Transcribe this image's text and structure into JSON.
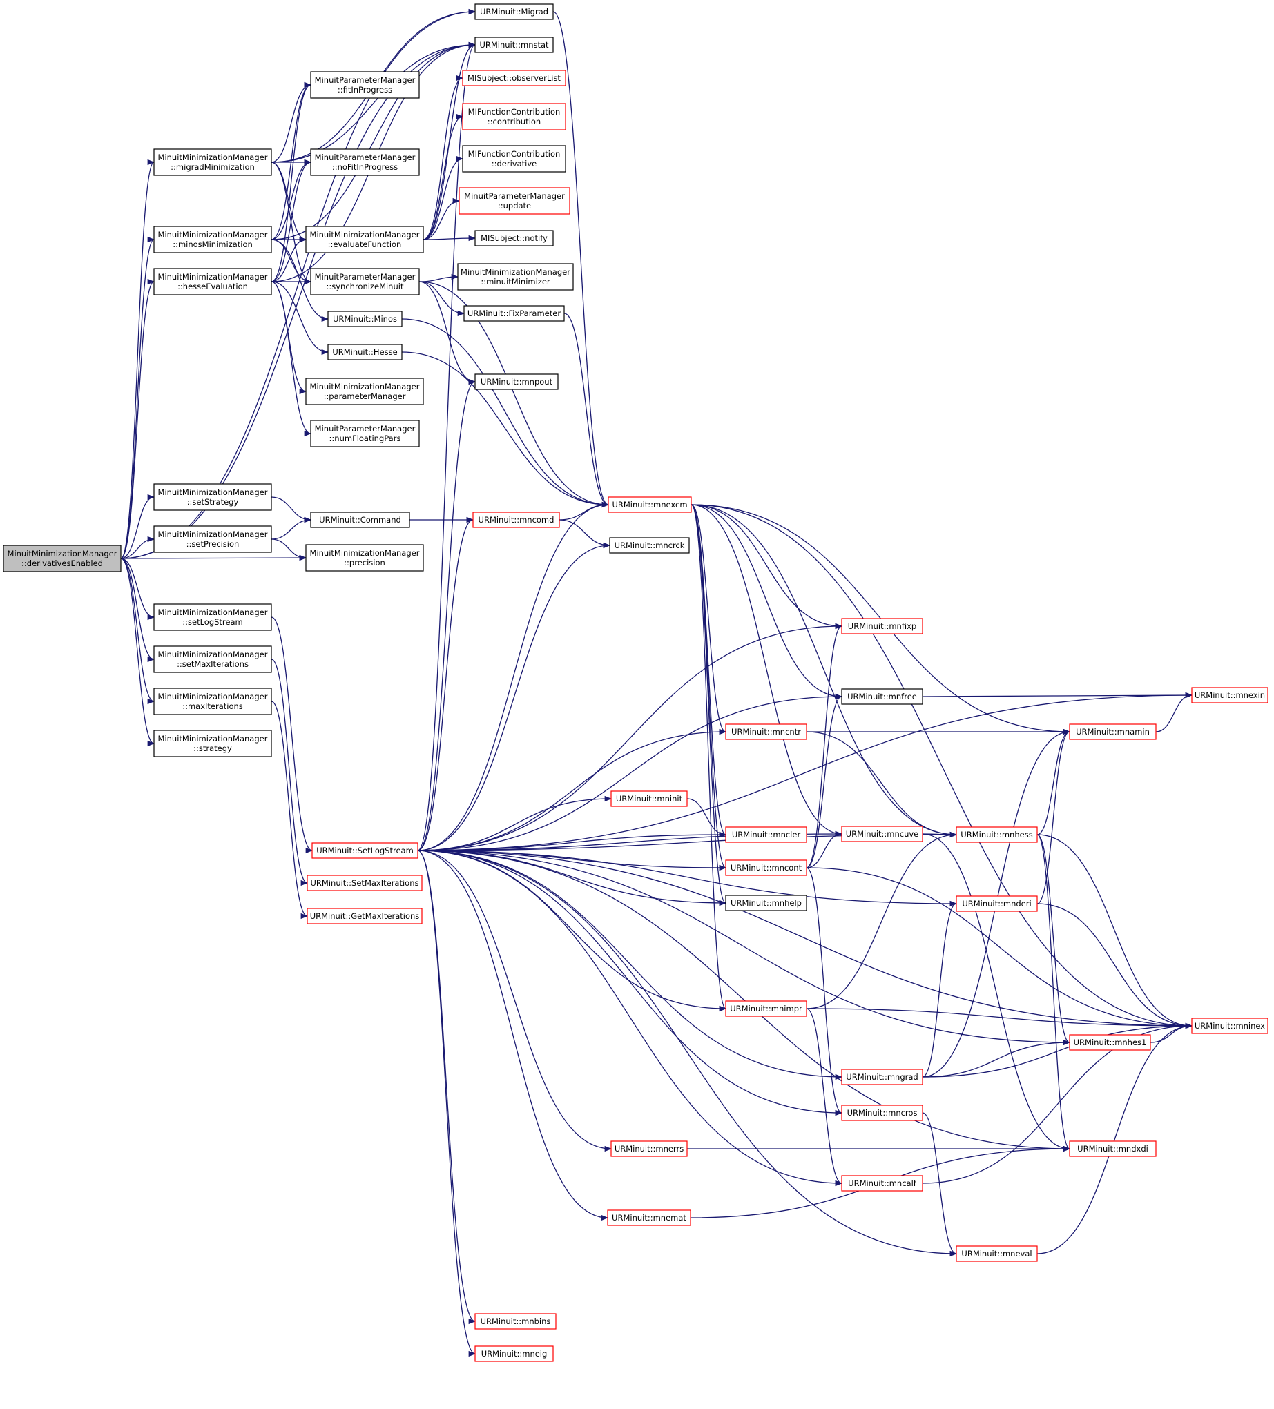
{
  "colors": {
    "edge": "#191970",
    "node_border": "#000000",
    "node_border_truncated": "#ff0000",
    "root_fill": "#bfbfbf",
    "node_fill": "#ffffff"
  },
  "nodes": [
    {
      "id": "derivativesEnabled",
      "lines": [
        "MinuitMinimizationManager",
        "::derivativesEnabled"
      ],
      "style": "root"
    },
    {
      "id": "migradMinimization",
      "lines": [
        "MinuitMinimizationManager",
        "::migradMinimization"
      ],
      "style": "normal"
    },
    {
      "id": "minosMinimization",
      "lines": [
        "MinuitMinimizationManager",
        "::minosMinimization"
      ],
      "style": "normal"
    },
    {
      "id": "hesseEvaluation",
      "lines": [
        "MinuitMinimizationManager",
        "::hesseEvaluation"
      ],
      "style": "normal"
    },
    {
      "id": "setStrategy",
      "lines": [
        "MinuitMinimizationManager",
        "::setStrategy"
      ],
      "style": "normal"
    },
    {
      "id": "setPrecision",
      "lines": [
        "MinuitMinimizationManager",
        "::setPrecision"
      ],
      "style": "normal"
    },
    {
      "id": "setLogStream",
      "lines": [
        "MinuitMinimizationManager",
        "::setLogStream"
      ],
      "style": "normal"
    },
    {
      "id": "setMaxIterations",
      "lines": [
        "MinuitMinimizationManager",
        "::setMaxIterations"
      ],
      "style": "normal"
    },
    {
      "id": "maxIterations",
      "lines": [
        "MinuitMinimizationManager",
        "::maxIterations"
      ],
      "style": "normal"
    },
    {
      "id": "strategy",
      "lines": [
        "MinuitMinimizationManager",
        "::strategy"
      ],
      "style": "normal"
    },
    {
      "id": "fitInProgress",
      "lines": [
        "MinuitParameterManager",
        "::fitInProgress"
      ],
      "style": "normal"
    },
    {
      "id": "noFitInProgress",
      "lines": [
        "MinuitParameterManager",
        "::noFitInProgress"
      ],
      "style": "normal"
    },
    {
      "id": "evaluateFunction",
      "lines": [
        "MinuitMinimizationManager",
        "::evaluateFunction"
      ],
      "style": "normal"
    },
    {
      "id": "synchronizeMinuit",
      "lines": [
        "MinuitParameterManager",
        "::synchronizeMinuit"
      ],
      "style": "normal"
    },
    {
      "id": "Minos",
      "lines": [
        "URMinuit::Minos"
      ],
      "style": "normal"
    },
    {
      "id": "Hesse",
      "lines": [
        "URMinuit::Hesse"
      ],
      "style": "normal"
    },
    {
      "id": "parameterManager",
      "lines": [
        "MinuitMinimizationManager",
        "::parameterManager"
      ],
      "style": "normal"
    },
    {
      "id": "numFloatingPars",
      "lines": [
        "MinuitParameterManager",
        "::numFloatingPars"
      ],
      "style": "normal"
    },
    {
      "id": "Command",
      "lines": [
        "URMinuit::Command"
      ],
      "style": "normal"
    },
    {
      "id": "precision",
      "lines": [
        "MinuitMinimizationManager",
        "::precision"
      ],
      "style": "normal"
    },
    {
      "id": "SetLogStream",
      "lines": [
        "URMinuit::SetLogStream"
      ],
      "style": "truncated"
    },
    {
      "id": "SetMaxIterations",
      "lines": [
        "URMinuit::SetMaxIterations"
      ],
      "style": "truncated"
    },
    {
      "id": "GetMaxIterations",
      "lines": [
        "URMinuit::GetMaxIterations"
      ],
      "style": "truncated"
    },
    {
      "id": "Migrad",
      "lines": [
        "URMinuit::Migrad"
      ],
      "style": "normal"
    },
    {
      "id": "mnstat",
      "lines": [
        "URMinuit::mnstat"
      ],
      "style": "normal"
    },
    {
      "id": "observerList",
      "lines": [
        "MISubject::observerList"
      ],
      "style": "truncated"
    },
    {
      "id": "contribution",
      "lines": [
        "MIFunctionContribution",
        "::contribution"
      ],
      "style": "truncated"
    },
    {
      "id": "derivative",
      "lines": [
        "MIFunctionContribution",
        "::derivative"
      ],
      "style": "normal"
    },
    {
      "id": "update",
      "lines": [
        "MinuitParameterManager",
        "::update"
      ],
      "style": "truncated"
    },
    {
      "id": "notify",
      "lines": [
        "MISubject::notify"
      ],
      "style": "normal"
    },
    {
      "id": "minuitMinimizer",
      "lines": [
        "MinuitMinimizationManager",
        "::minuitMinimizer"
      ],
      "style": "normal"
    },
    {
      "id": "FixParameter",
      "lines": [
        "URMinuit::FixParameter"
      ],
      "style": "normal"
    },
    {
      "id": "mnpout",
      "lines": [
        "URMinuit::mnpout"
      ],
      "style": "normal"
    },
    {
      "id": "mncomd",
      "lines": [
        "URMinuit::mncomd"
      ],
      "style": "truncated"
    },
    {
      "id": "mnexcm",
      "lines": [
        "URMinuit::mnexcm"
      ],
      "style": "truncated"
    },
    {
      "id": "mncrck",
      "lines": [
        "URMinuit::mncrck"
      ],
      "style": "normal"
    },
    {
      "id": "mnfixp",
      "lines": [
        "URMinuit::mnfixp"
      ],
      "style": "truncated"
    },
    {
      "id": "mnfree",
      "lines": [
        "URMinuit::mnfree"
      ],
      "style": "normal"
    },
    {
      "id": "mnexin",
      "lines": [
        "URMinuit::mnexin"
      ],
      "style": "truncated"
    },
    {
      "id": "mncntr",
      "lines": [
        "URMinuit::mncntr"
      ],
      "style": "truncated"
    },
    {
      "id": "mnamin",
      "lines": [
        "URMinuit::mnamin"
      ],
      "style": "truncated"
    },
    {
      "id": "mninit",
      "lines": [
        "URMinuit::mninit"
      ],
      "style": "truncated"
    },
    {
      "id": "mncler",
      "lines": [
        "URMinuit::mncler"
      ],
      "style": "truncated"
    },
    {
      "id": "mncuve",
      "lines": [
        "URMinuit::mncuve"
      ],
      "style": "truncated"
    },
    {
      "id": "mnhess",
      "lines": [
        "URMinuit::mnhess"
      ],
      "style": "truncated"
    },
    {
      "id": "mncont",
      "lines": [
        "URMinuit::mncont"
      ],
      "style": "truncated"
    },
    {
      "id": "mnhelp",
      "lines": [
        "URMinuit::mnhelp"
      ],
      "style": "normal"
    },
    {
      "id": "mnderi",
      "lines": [
        "URMinuit::mnderi"
      ],
      "style": "truncated"
    },
    {
      "id": "mnimpr",
      "lines": [
        "URMinuit::mnimpr"
      ],
      "style": "truncated"
    },
    {
      "id": "mninex",
      "lines": [
        "URMinuit::mninex"
      ],
      "style": "truncated"
    },
    {
      "id": "mnhes1",
      "lines": [
        "URMinuit::mnhes1"
      ],
      "style": "truncated"
    },
    {
      "id": "mngrad",
      "lines": [
        "URMinuit::mngrad"
      ],
      "style": "truncated"
    },
    {
      "id": "mncros",
      "lines": [
        "URMinuit::mncros"
      ],
      "style": "truncated"
    },
    {
      "id": "mnerrs",
      "lines": [
        "URMinuit::mnerrs"
      ],
      "style": "truncated"
    },
    {
      "id": "mndxdi",
      "lines": [
        "URMinuit::mndxdi"
      ],
      "style": "truncated"
    },
    {
      "id": "mncalf",
      "lines": [
        "URMinuit::mncalf"
      ],
      "style": "truncated"
    },
    {
      "id": "mnemat",
      "lines": [
        "URMinuit::mnemat"
      ],
      "style": "truncated"
    },
    {
      "id": "mneval",
      "lines": [
        "URMinuit::mneval"
      ],
      "style": "truncated"
    },
    {
      "id": "mnbins",
      "lines": [
        "URMinuit::mnbins"
      ],
      "style": "truncated"
    },
    {
      "id": "mneig",
      "lines": [
        "URMinuit::mneig"
      ],
      "style": "truncated"
    }
  ],
  "edges": [
    [
      "derivativesEnabled",
      "migradMinimization"
    ],
    [
      "derivativesEnabled",
      "minosMinimization"
    ],
    [
      "derivativesEnabled",
      "hesseEvaluation"
    ],
    [
      "derivativesEnabled",
      "setStrategy"
    ],
    [
      "derivativesEnabled",
      "setPrecision"
    ],
    [
      "derivativesEnabled",
      "precision"
    ],
    [
      "derivativesEnabled",
      "setLogStream"
    ],
    [
      "derivativesEnabled",
      "setMaxIterations"
    ],
    [
      "derivativesEnabled",
      "maxIterations"
    ],
    [
      "derivativesEnabled",
      "strategy"
    ],
    [
      "derivativesEnabled",
      "Migrad"
    ],
    [
      "derivativesEnabled",
      "mnstat"
    ],
    [
      "migradMinimization",
      "Migrad"
    ],
    [
      "migradMinimization",
      "mnstat"
    ],
    [
      "migradMinimization",
      "fitInProgress"
    ],
    [
      "migradMinimization",
      "noFitInProgress"
    ],
    [
      "migradMinimization",
      "evaluateFunction"
    ],
    [
      "migradMinimization",
      "synchronizeMinuit"
    ],
    [
      "minosMinimization",
      "mnstat"
    ],
    [
      "minosMinimization",
      "fitInProgress"
    ],
    [
      "minosMinimization",
      "noFitInProgress"
    ],
    [
      "minosMinimization",
      "evaluateFunction"
    ],
    [
      "minosMinimization",
      "synchronizeMinuit"
    ],
    [
      "minosMinimization",
      "Minos"
    ],
    [
      "hesseEvaluation",
      "mnstat"
    ],
    [
      "hesseEvaluation",
      "fitInProgress"
    ],
    [
      "hesseEvaluation",
      "noFitInProgress"
    ],
    [
      "hesseEvaluation",
      "evaluateFunction"
    ],
    [
      "hesseEvaluation",
      "synchronizeMinuit"
    ],
    [
      "hesseEvaluation",
      "Hesse"
    ],
    [
      "hesseEvaluation",
      "parameterManager"
    ],
    [
      "hesseEvaluation",
      "numFloatingPars"
    ],
    [
      "evaluateFunction",
      "observerList"
    ],
    [
      "evaluateFunction",
      "contribution"
    ],
    [
      "evaluateFunction",
      "derivative"
    ],
    [
      "evaluateFunction",
      "update"
    ],
    [
      "evaluateFunction",
      "notify"
    ],
    [
      "evaluateFunction",
      "mnstat"
    ],
    [
      "synchronizeMinuit",
      "minuitMinimizer"
    ],
    [
      "synchronizeMinuit",
      "FixParameter"
    ],
    [
      "synchronizeMinuit",
      "mnpout"
    ],
    [
      "synchronizeMinuit",
      "mnexcm"
    ],
    [
      "Minos",
      "mnexcm"
    ],
    [
      "Hesse",
      "mnexcm"
    ],
    [
      "Migrad",
      "mnexcm"
    ],
    [
      "FixParameter",
      "mnexcm"
    ],
    [
      "setStrategy",
      "Command"
    ],
    [
      "setPrecision",
      "Command"
    ],
    [
      "setPrecision",
      "precision"
    ],
    [
      "Command",
      "mncomd"
    ],
    [
      "setLogStream",
      "SetLogStream"
    ],
    [
      "setMaxIterations",
      "SetMaxIterations"
    ],
    [
      "maxIterations",
      "GetMaxIterations"
    ],
    [
      "mncomd",
      "mnexcm"
    ],
    [
      "mncomd",
      "mncrck"
    ],
    [
      "SetLogStream",
      "mnstat"
    ],
    [
      "SetLogStream",
      "mnpout"
    ],
    [
      "SetLogStream",
      "mncomd"
    ],
    [
      "SetLogStream",
      "mnexcm"
    ],
    [
      "SetLogStream",
      "mncrck"
    ],
    [
      "SetLogStream",
      "mnfixp"
    ],
    [
      "SetLogStream",
      "mnexin"
    ],
    [
      "SetLogStream",
      "mnfree"
    ],
    [
      "SetLogStream",
      "mncntr"
    ],
    [
      "SetLogStream",
      "mninit"
    ],
    [
      "SetLogStream",
      "mncler"
    ],
    [
      "SetLogStream",
      "mncont"
    ],
    [
      "SetLogStream",
      "mnhelp"
    ],
    [
      "SetLogStream",
      "mnderi"
    ],
    [
      "SetLogStream",
      "mncuve"
    ],
    [
      "SetLogStream",
      "mnhess"
    ],
    [
      "SetLogStream",
      "mnimpr"
    ],
    [
      "SetLogStream",
      "mnhes1"
    ],
    [
      "SetLogStream",
      "mngrad"
    ],
    [
      "SetLogStream",
      "mncros"
    ],
    [
      "SetLogStream",
      "mnerrs"
    ],
    [
      "SetLogStream",
      "mncalf"
    ],
    [
      "SetLogStream",
      "mnemat"
    ],
    [
      "SetLogStream",
      "mneval"
    ],
    [
      "SetLogStream",
      "mndxdi"
    ],
    [
      "SetLogStream",
      "mnbins"
    ],
    [
      "SetLogStream",
      "mneig"
    ],
    [
      "SetLogStream",
      "mninex"
    ],
    [
      "mnexcm",
      "mnfixp"
    ],
    [
      "mnexcm",
      "mnfree"
    ],
    [
      "mnexcm",
      "mncntr"
    ],
    [
      "mnexcm",
      "mncler"
    ],
    [
      "mnexcm",
      "mncont"
    ],
    [
      "mnexcm",
      "mnhelp"
    ],
    [
      "mnexcm",
      "mncuve"
    ],
    [
      "mnexcm",
      "mnimpr"
    ],
    [
      "mnexcm",
      "mnhess"
    ],
    [
      "mnexcm",
      "mnamin"
    ],
    [
      "mnexcm",
      "mninex"
    ],
    [
      "mnfree",
      "mnexin"
    ],
    [
      "mnamin",
      "mnexin"
    ],
    [
      "mncntr",
      "mnamin"
    ],
    [
      "mncntr",
      "mnhess"
    ],
    [
      "mninit",
      "mncler"
    ],
    [
      "mncont",
      "mnfixp"
    ],
    [
      "mncont",
      "mnfree"
    ],
    [
      "mncont",
      "mncuve"
    ],
    [
      "mncont",
      "mncros"
    ],
    [
      "mncont",
      "mninex"
    ],
    [
      "mncuve",
      "mnhess"
    ],
    [
      "mncuve",
      "mndxdi"
    ],
    [
      "mnhess",
      "mnamin"
    ],
    [
      "mnhess",
      "mnhes1"
    ],
    [
      "mnhess",
      "mninex"
    ],
    [
      "mnhess",
      "mndxdi"
    ],
    [
      "mnderi",
      "mnamin"
    ],
    [
      "mnderi",
      "mninex"
    ],
    [
      "mnimpr",
      "mnhess"
    ],
    [
      "mnimpr",
      "mninex"
    ],
    [
      "mnimpr",
      "mncalf"
    ],
    [
      "mnhes1",
      "mninex"
    ],
    [
      "mngrad",
      "mnderi"
    ],
    [
      "mngrad",
      "mnhes1"
    ],
    [
      "mngrad",
      "mninex"
    ],
    [
      "mngrad",
      "mnamin"
    ],
    [
      "mncros",
      "mneval"
    ],
    [
      "mnerrs",
      "mndxdi"
    ],
    [
      "mncalf",
      "mninex"
    ],
    [
      "mnemat",
      "mndxdi"
    ],
    [
      "mneval",
      "mninex"
    ]
  ]
}
